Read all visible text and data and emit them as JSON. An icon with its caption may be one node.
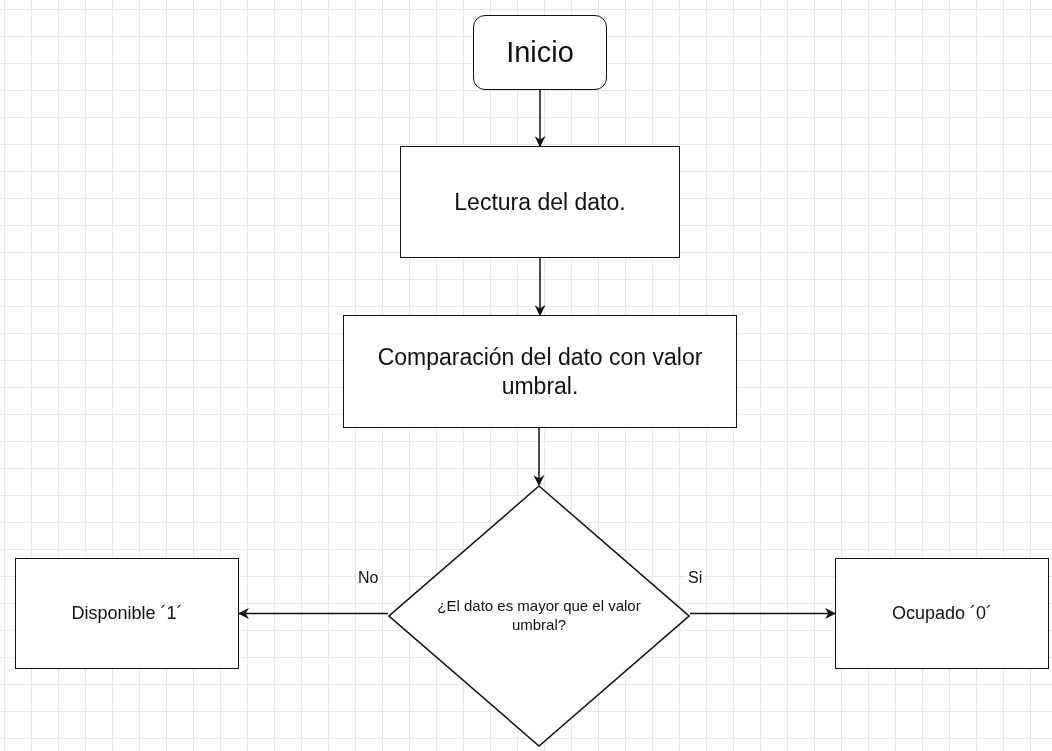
{
  "diagram": {
    "nodes": [
      {
        "text": [
          "Inicio"
        ]
      },
      {
        "text": [
          "Lectura del dato."
        ]
      },
      {
        "text": [
          "Comparación del dato con valor umbral."
        ]
      },
      {
        "text": [
          "¿El dato es mayor que el valor umbral?"
        ]
      },
      {
        "text": [
          "Disponible ´1´"
        ]
      },
      {
        "text": [
          "Ocupado ´0´"
        ]
      }
    ],
    "edges": [
      {
        "from": 0,
        "to": 1,
        "arrow": "to"
      },
      {
        "from": 1,
        "to": 2,
        "arrow": "to"
      },
      {
        "from": 2,
        "to": 3,
        "arrow": "to"
      },
      {
        "from": 3,
        "to": 4,
        "arrow": "to",
        "label": "No"
      },
      {
        "from": 3,
        "to": 5,
        "arrow": "to",
        "label": "Si"
      }
    ]
  }
}
